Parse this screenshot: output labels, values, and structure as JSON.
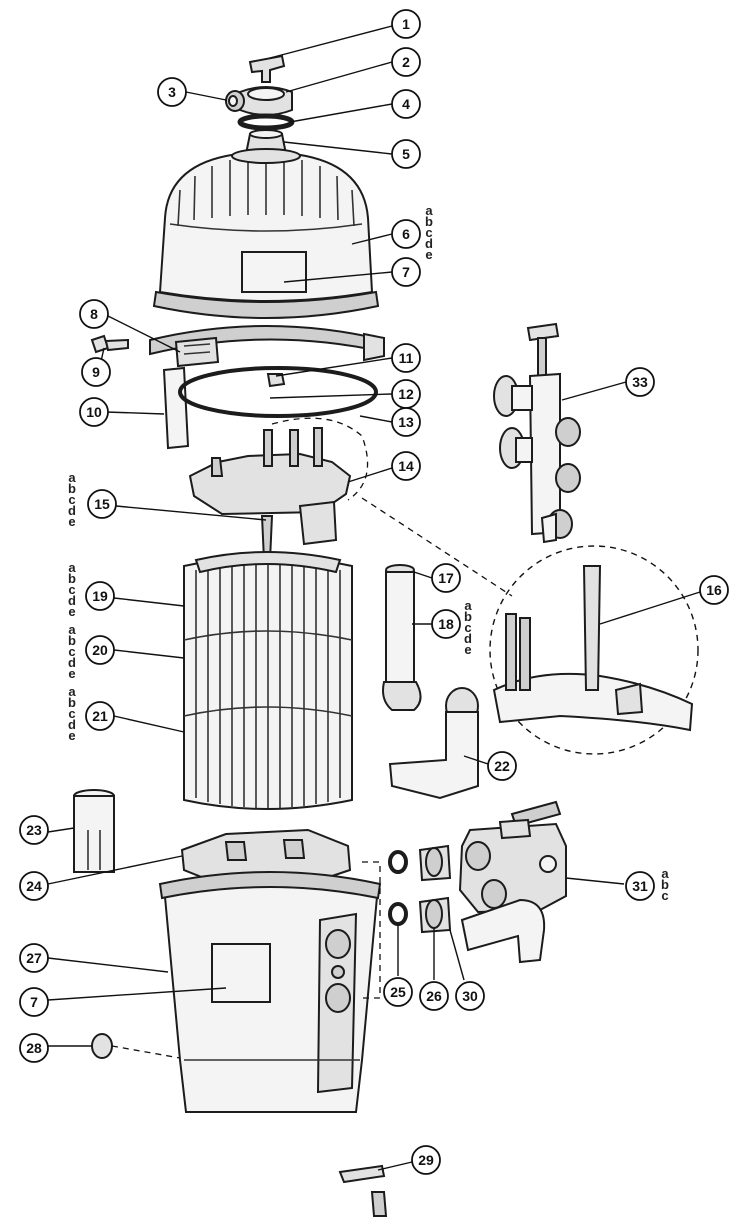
{
  "callouts": [
    {
      "id": "c1",
      "number": "1"
    },
    {
      "id": "c2",
      "number": "2"
    },
    {
      "id": "c3",
      "number": "3"
    },
    {
      "id": "c4",
      "number": "4"
    },
    {
      "id": "c5",
      "number": "5"
    },
    {
      "id": "c6",
      "number": "6"
    },
    {
      "id": "c7a",
      "number": "7"
    },
    {
      "id": "c8",
      "number": "8"
    },
    {
      "id": "c9",
      "number": "9"
    },
    {
      "id": "c10",
      "number": "10"
    },
    {
      "id": "c11",
      "number": "11"
    },
    {
      "id": "c12",
      "number": "12"
    },
    {
      "id": "c13",
      "number": "13"
    },
    {
      "id": "c14",
      "number": "14"
    },
    {
      "id": "c15",
      "number": "15"
    },
    {
      "id": "c16",
      "number": "16"
    },
    {
      "id": "c17",
      "number": "17"
    },
    {
      "id": "c18",
      "number": "18"
    },
    {
      "id": "c19",
      "number": "19"
    },
    {
      "id": "c20",
      "number": "20"
    },
    {
      "id": "c21",
      "number": "21"
    },
    {
      "id": "c22",
      "number": "22"
    },
    {
      "id": "c23",
      "number": "23"
    },
    {
      "id": "c24",
      "number": "24"
    },
    {
      "id": "c25",
      "number": "25"
    },
    {
      "id": "c26",
      "number": "26"
    },
    {
      "id": "c27",
      "number": "27"
    },
    {
      "id": "c7b",
      "number": "7"
    },
    {
      "id": "c28",
      "number": "28"
    },
    {
      "id": "c29",
      "number": "29"
    },
    {
      "id": "c30",
      "number": "30"
    },
    {
      "id": "c31",
      "number": "31"
    },
    {
      "id": "c33",
      "number": "33"
    }
  ],
  "variants": {
    "abcde": [
      "a",
      "b",
      "c",
      "d",
      "e"
    ],
    "abc": [
      "a",
      "b",
      "c"
    ]
  }
}
